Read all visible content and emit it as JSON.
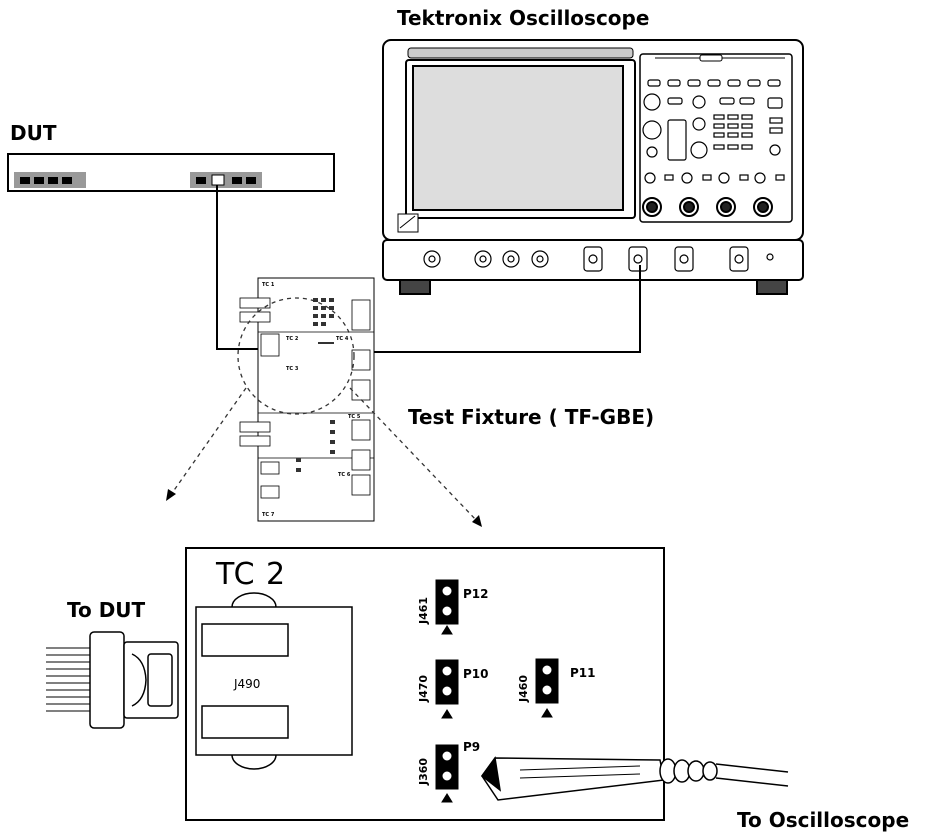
{
  "title": "Tektronix Oscilloscope",
  "dut_label": "DUT",
  "fixture_label": "Test Fixture ( TF-GBE)",
  "detail": {
    "title": "TC 2",
    "connector": "J490",
    "to_dut": "To DUT",
    "to_scope": "To Oscilloscope"
  },
  "jumpers": [
    {
      "ref": "J461",
      "name": "P12"
    },
    {
      "ref": "J470",
      "name": "P10"
    },
    {
      "ref": "J460",
      "name": "P11"
    },
    {
      "ref": "J360",
      "name": "P9"
    }
  ],
  "fixture_tiny": {
    "tc1": "TC 1",
    "tc2": "TC 2",
    "tc3": "TC 3",
    "tc4": "TC 4",
    "tc5": "TC 5",
    "tc6": "TC 6",
    "tc7": "TC 7"
  }
}
